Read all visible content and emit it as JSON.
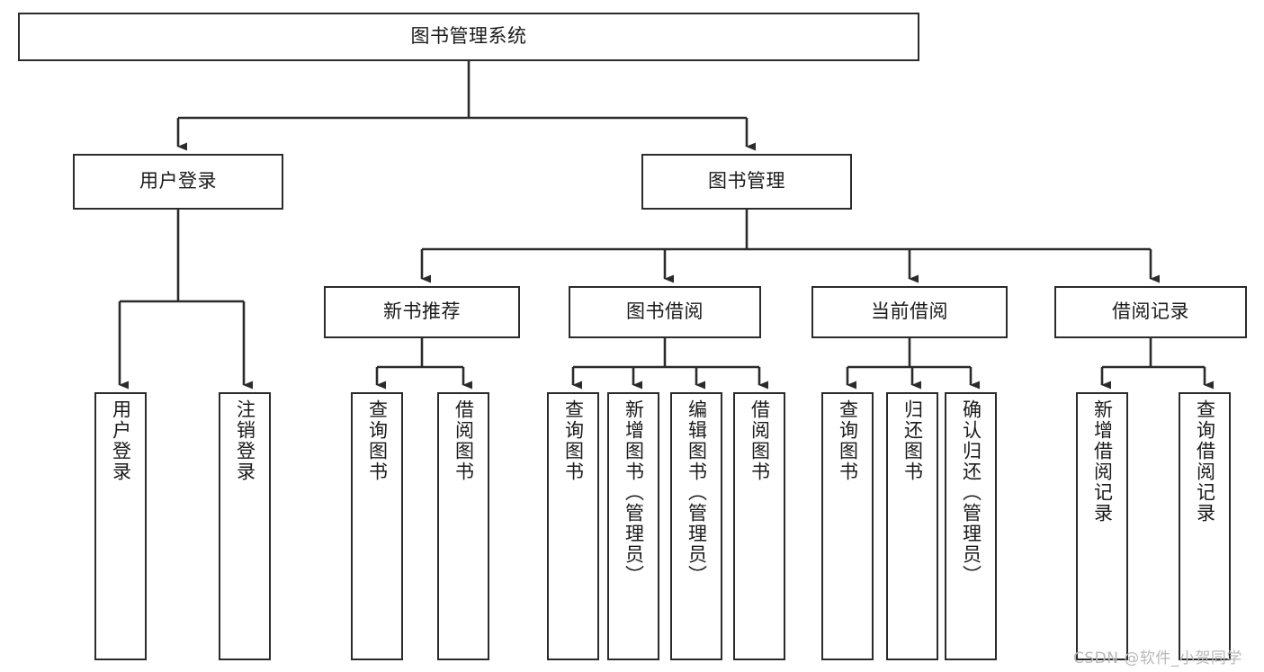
{
  "diagram": {
    "title": "图书管理系统",
    "type": "tree-hierarchy",
    "colors": {
      "box_border": "#2b2b2b",
      "box_fill": "#ffffff",
      "connector": "#2b2b2b",
      "background": "#ffffff",
      "watermark": "#b9b9b9"
    },
    "root": {
      "label": "图书管理系统"
    },
    "level1": [
      {
        "label": "用户登录"
      },
      {
        "label": "图书管理"
      }
    ],
    "level2": [
      {
        "label": "新书推荐"
      },
      {
        "label": "图书借阅"
      },
      {
        "label": "当前借阅"
      },
      {
        "label": "借阅记录"
      }
    ],
    "leaves": {
      "user_login": [
        {
          "label": "用户登录"
        },
        {
          "label": "注销登录"
        }
      ],
      "new_book_recommend": [
        {
          "label": "查询图书"
        },
        {
          "label": "借阅图书"
        }
      ],
      "book_borrow": [
        {
          "label": "查询图书"
        },
        {
          "label": "新增图书（管理员）"
        },
        {
          "label": "编辑图书（管理员）"
        },
        {
          "label": "借阅图书"
        }
      ],
      "current_borrow": [
        {
          "label": "查询图书"
        },
        {
          "label": "归还图书"
        },
        {
          "label": "确认归还（管理员）"
        }
      ],
      "borrow_record": [
        {
          "label": "新增借阅记录"
        },
        {
          "label": "查询借阅记录"
        }
      ]
    }
  },
  "watermark": {
    "text": "CSDN @软件_小贺同学"
  }
}
